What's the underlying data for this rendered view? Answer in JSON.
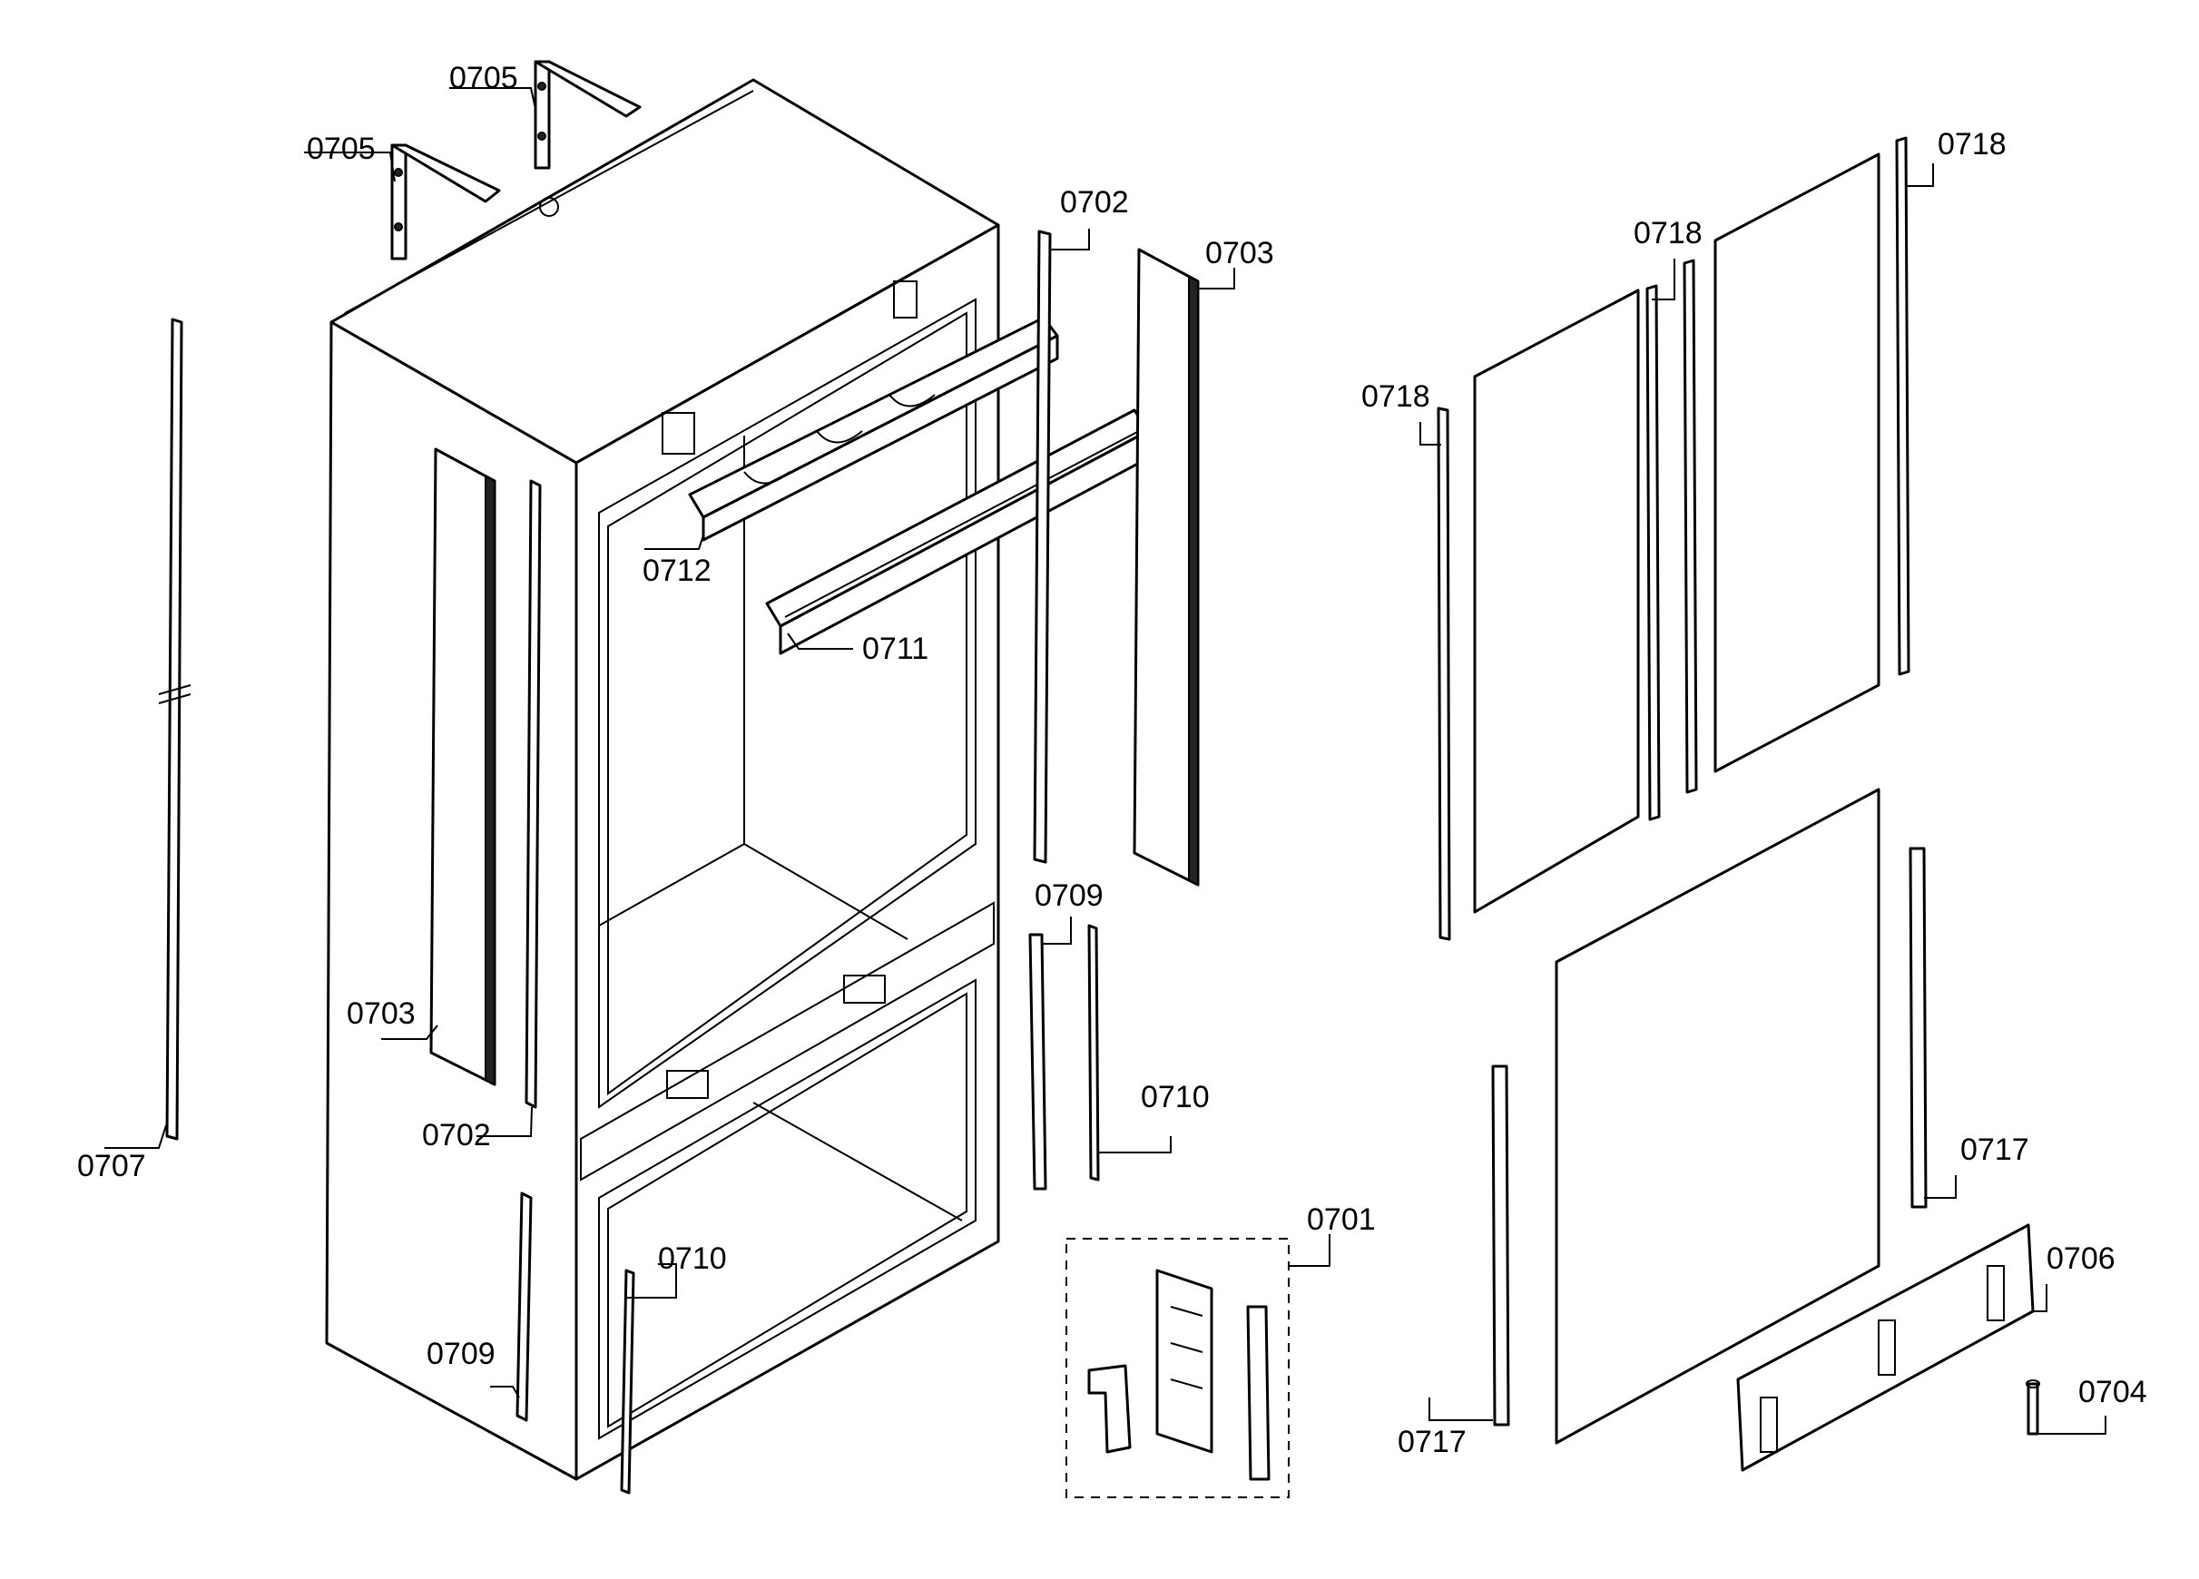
{
  "callouts": {
    "c0705a": "0705",
    "c0705b": "0705",
    "c0707": "0707",
    "c0703a": "0703",
    "c0702a": "0702",
    "c0709a": "0709",
    "c0710a": "0710",
    "c0712": "0712",
    "c0711": "0711",
    "c0702b": "0702",
    "c0703b": "0703",
    "c0709b": "0709",
    "c0710b": "0710",
    "c0701": "0701",
    "c0718a": "0718",
    "c0718b": "0718",
    "c0718c": "0718",
    "c0717a": "0717",
    "c0717b": "0717",
    "c0706": "0706",
    "c0704": "0704"
  },
  "colors": {
    "line": "#000000",
    "background": "#ffffff"
  }
}
